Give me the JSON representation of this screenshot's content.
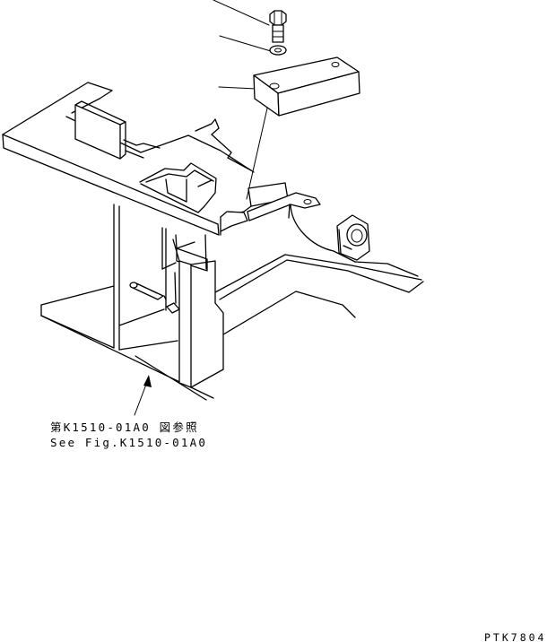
{
  "diagram": {
    "reference": {
      "japanese": "第K1510-01A0 図参照",
      "english": "See Fig.K1510-01A0"
    },
    "drawing_id": "PTK7804"
  }
}
